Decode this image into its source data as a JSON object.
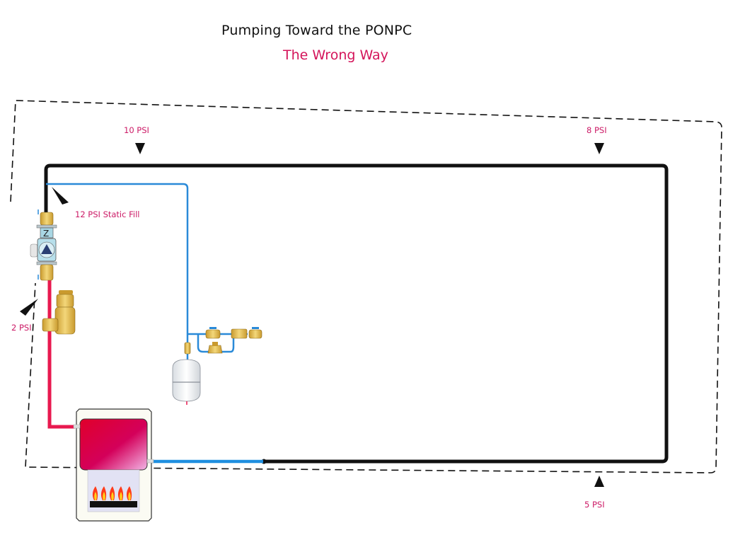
{
  "title": "Pumping Toward the PONPC",
  "subtitle": "The Wrong Way",
  "colors": {
    "title": "#111111",
    "subtitle": "#d4145a",
    "label": "#cc1a66",
    "supply_pipe_hot": "#e8194f",
    "system_pipe": "#111111",
    "return_pipe_cold": "#1f8fe0",
    "fill_line": "#2a8ad8",
    "brass": "#e8c35a"
  },
  "pressure_labels": {
    "top_left": "10 PSI",
    "top_right": "8 PSI",
    "static_fill": "12 PSI Static Fill",
    "pump_inlet": "2 PSI",
    "bottom_right": "5 PSI"
  },
  "components": {
    "pump": "circulator-pump",
    "air_separator": "air-separator",
    "expansion_tank": "expansion-tank",
    "fill_valve": "pressure-reducing-fill-valve",
    "boiler": "boiler",
    "burner": "burner-flames"
  }
}
